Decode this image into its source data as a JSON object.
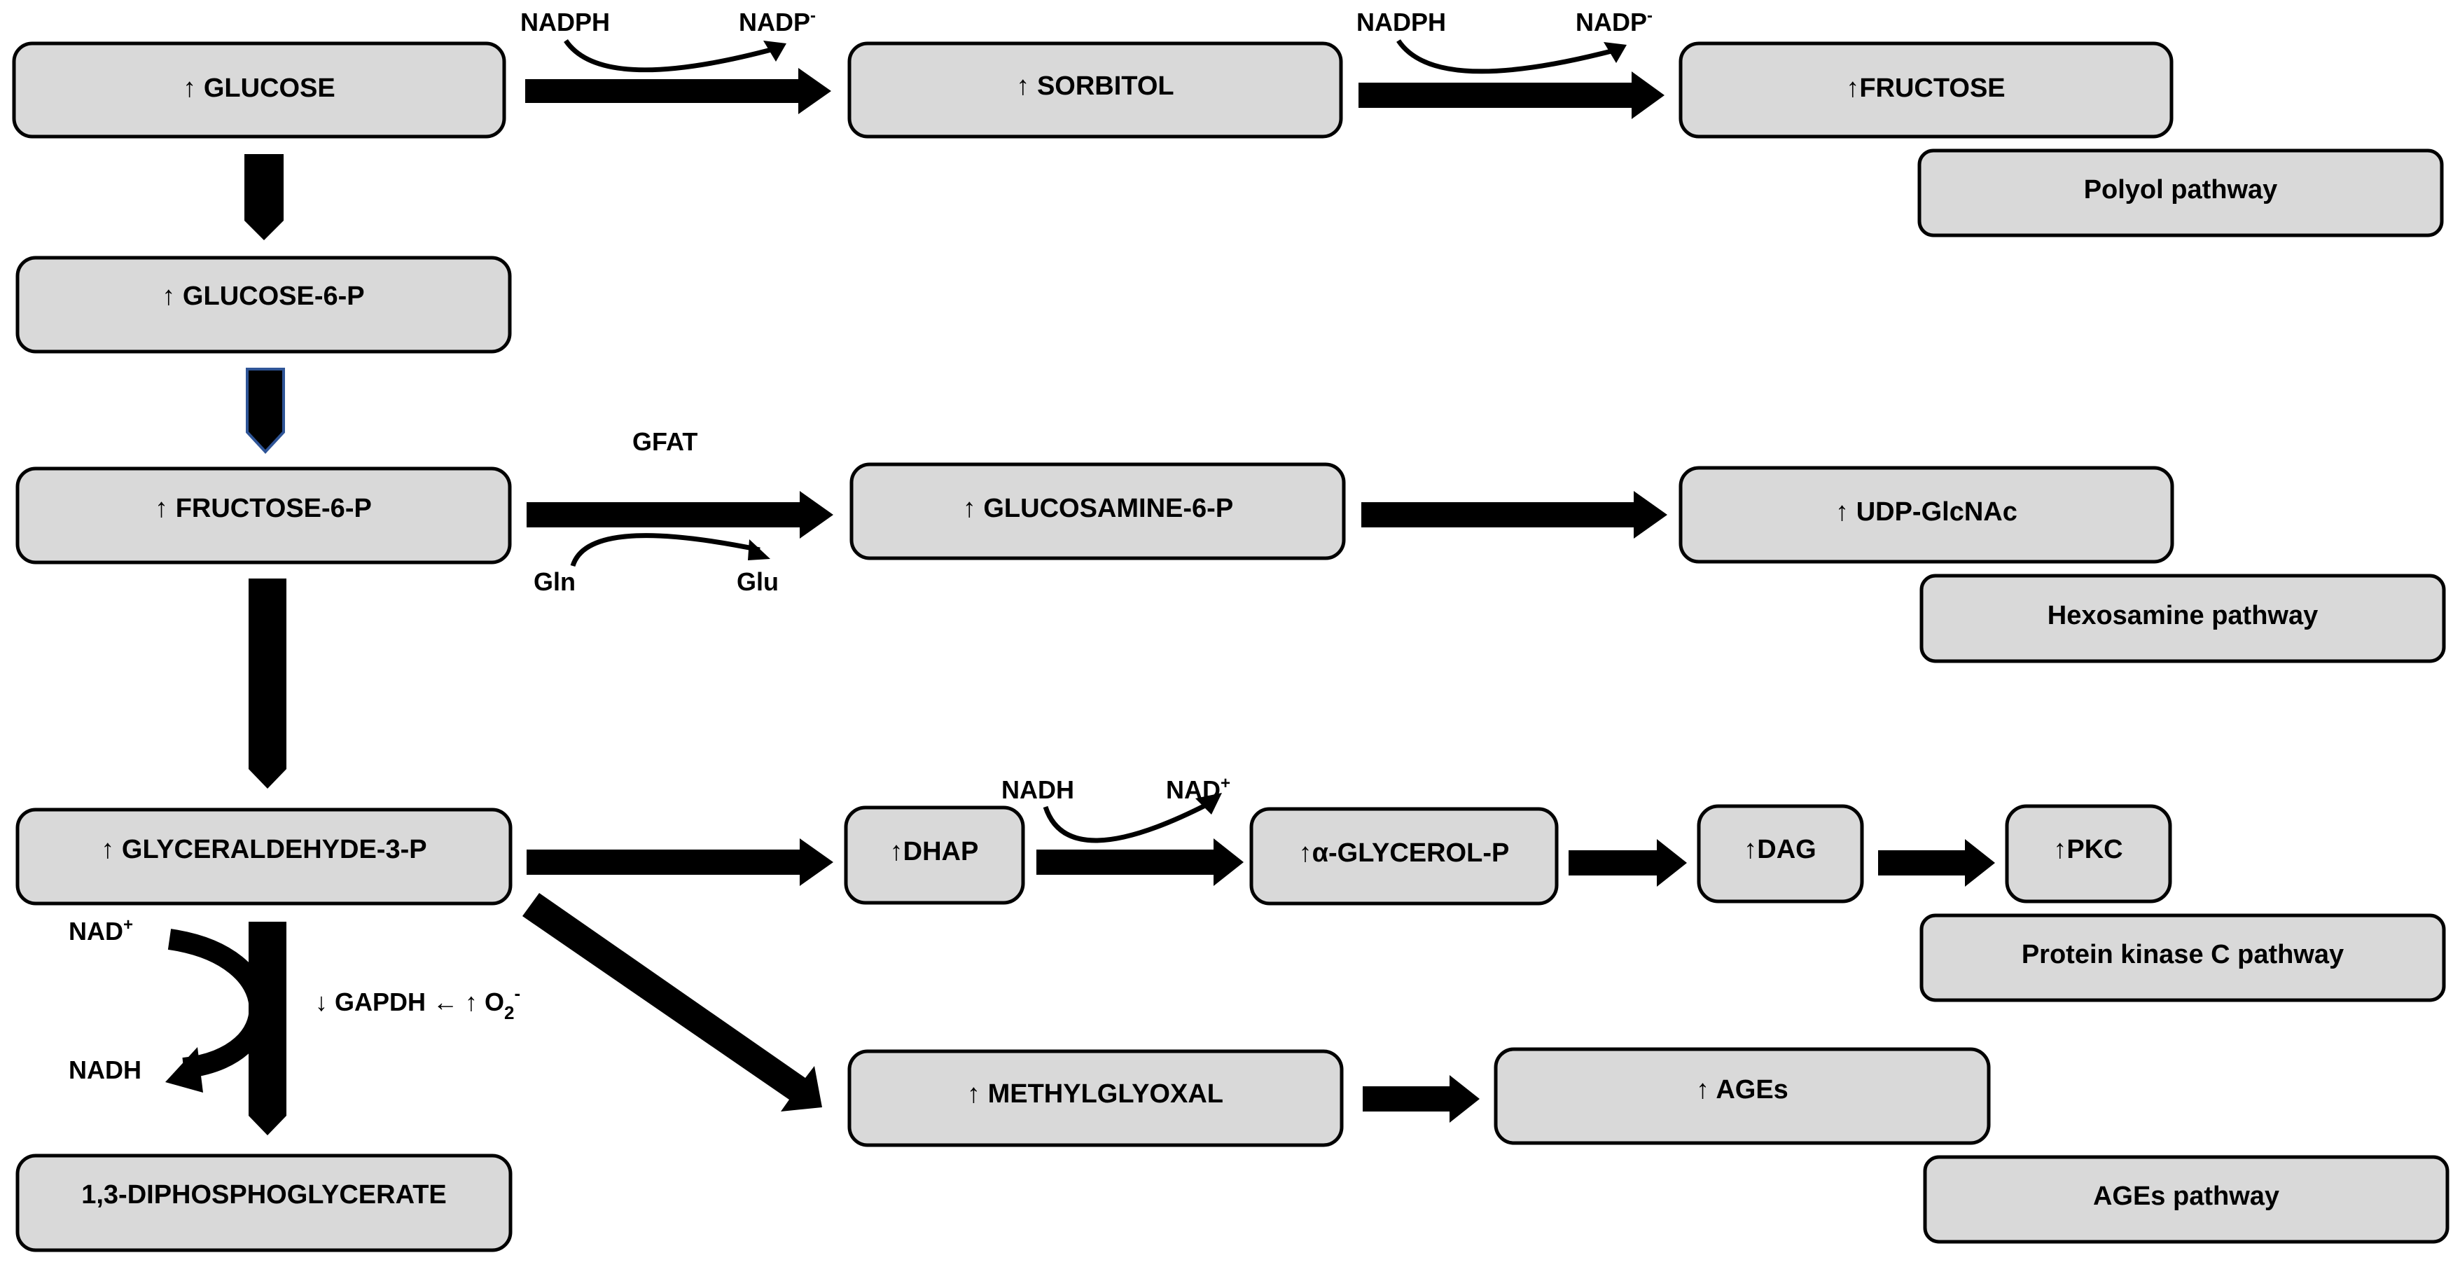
{
  "colors": {
    "box_fill": "#d9d9d9",
    "stroke": "#000000"
  },
  "nodes": {
    "glucose": "↑ GLUCOSE",
    "sorbitol": "↑ SORBITOL",
    "fructose": "↑FRUCTOSE",
    "glucose6p": "↑ GLUCOSE-6-P",
    "fructose6p": "↑ FRUCTOSE-6-P",
    "glucosamine6p": "↑ GLUCOSAMINE-6-P",
    "udpglcnac": "↑ UDP-GlcNAc",
    "glyceraldehyde3p": "↑ GLYCERALDEHYDE-3-P",
    "dhap": "↑DHAP",
    "aglycerolp": "↑α-GLYCEROL-P",
    "dag": "↑DAG",
    "pkc": "↑PKC",
    "methylglyoxal": "↑ METHYLGLYOXAL",
    "ages": "↑ AGEs",
    "diphosphoglycerate": "1,3-DIPHOSPHOGLYCERATE"
  },
  "pathways": {
    "polyol": "Polyol pathway",
    "hexosamine": "Hexosamine pathway",
    "pkc": "Protein kinase C pathway",
    "ages": "AGEs pathway"
  },
  "labels": {
    "nadph_1": "NADPH",
    "nadp_1": "NADP",
    "nadph_2": "NADPH",
    "nadp_2": "NADP",
    "nadp_sup": "-",
    "gfat": "GFAT",
    "gln": "Gln",
    "glu": "Glu",
    "nadh_top": "NADH",
    "nad_top": "NAD",
    "nad_left": "NAD",
    "nad_sup": "+",
    "nadh_left": "NADH",
    "gapdh": "↓ GAPDH ← ↑ O",
    "o2_sub": "2",
    "o2_sup": "-"
  }
}
